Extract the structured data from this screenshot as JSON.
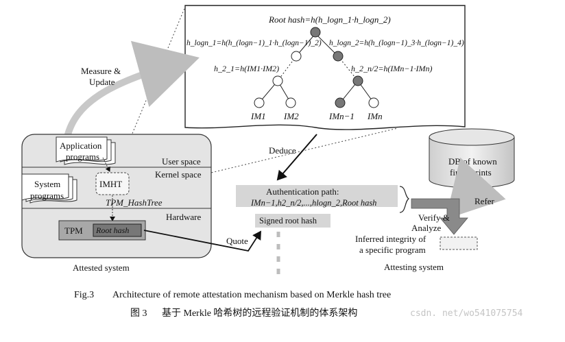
{
  "tree": {
    "root_label": "Root hash=h(h_logn_1·h_logn_2)",
    "left_mid_label": "h_logn_1=h(h_(logn−1)_1·h_(logn−1)_2)",
    "right_mid_label": "h_logn_2=h(h_(logn−1)_3·h_(logn−1)_4)",
    "left_low_label": "h_2_1=h(IM1·IM2)",
    "right_low_label": "h_2_n/2=h(IMn−1·IMn)",
    "leaves": [
      "IM1",
      "IM2",
      "IMn−1",
      "IMn"
    ]
  },
  "labels": {
    "measure_update_1": "Measure &",
    "measure_update_2": "Update",
    "deduce": "Deduce",
    "quote": "Quote",
    "refer": "Refer",
    "verify_1": "Verify &",
    "verify_2": "Analyze"
  },
  "attested": {
    "app_programs_1": "Application",
    "app_programs_2": "programs",
    "user_space": "User space",
    "kernel_space": "Kernel space",
    "system_programs_1": "System",
    "system_programs_2": "programs",
    "imht": "IMHT",
    "tpm_hashtree": "TPM_HashTree",
    "hardware": "Hardware",
    "tpm": "TPM",
    "root_hash": "Root hash",
    "title": "Attested system"
  },
  "attesting": {
    "auth_path_title": "Authentication path:",
    "auth_path_value": "IMn−1,h2_n/2,...,hlogn_2,Root hash",
    "signed_root_hash": "Signed root hash",
    "db_1": "DB of known",
    "db_2": "fingerprints",
    "inferred_1": "Inferred integrity of",
    "inferred_2": "a specific program",
    "title": "Attesting system"
  },
  "caption": {
    "en_fig": "Fig.3",
    "en_text": "Architecture of remote attestation mechanism based on Merkle hash tree",
    "zh_fig": "图 3",
    "zh_text": "基于 Merkle 哈希树的远程验证机制的体系架构",
    "watermark": "csdn. net/wo541075754"
  },
  "colors": {
    "node_dark": "#777777",
    "box_grey": "#d6d6d6",
    "system_fill": "#e4e4e4",
    "arrow_grey": "#c8c8c8"
  }
}
